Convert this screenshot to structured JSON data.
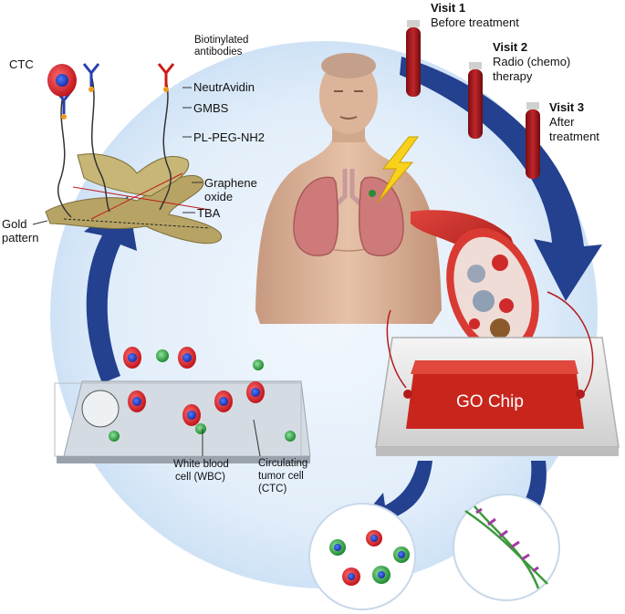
{
  "labels": {
    "ctc": "CTC",
    "biotinylated_1": "Biotinylated",
    "biotinylated_2": "antibodies",
    "neutravidin": "NeutrAvidin",
    "gmbs": "GMBS",
    "pl_peg": "PL-PEG-NH2",
    "graphene_1": "Graphene",
    "graphene_2": "oxide",
    "tba": "TBA",
    "gold_1": "Gold",
    "gold_2": "pattern",
    "wbc_1": "White blood",
    "wbc_2": "cell (WBC)",
    "ctc_cell_1": "Circulating",
    "ctc_cell_2": "tumor cell",
    "ctc_cell_3": "(CTC)"
  },
  "visits": [
    {
      "title": "Visit 1",
      "line1": "Before treatment",
      "line2": ""
    },
    {
      "title": "Visit 2",
      "line1": "Radio (chemo)",
      "line2": "therapy"
    },
    {
      "title": "Visit 3",
      "line1": "After",
      "line2": "treatment"
    }
  ],
  "chip": {
    "label": "GO Chip"
  },
  "colors": {
    "cycle_bg": "#dcebf9",
    "arrow": "#23418f",
    "blood": "#b51d1d",
    "chip_red": "#c8261d",
    "graphene": "#b7a465",
    "ctc_red": "#d8242b",
    "wbc_green": "#2c9a3a"
  }
}
